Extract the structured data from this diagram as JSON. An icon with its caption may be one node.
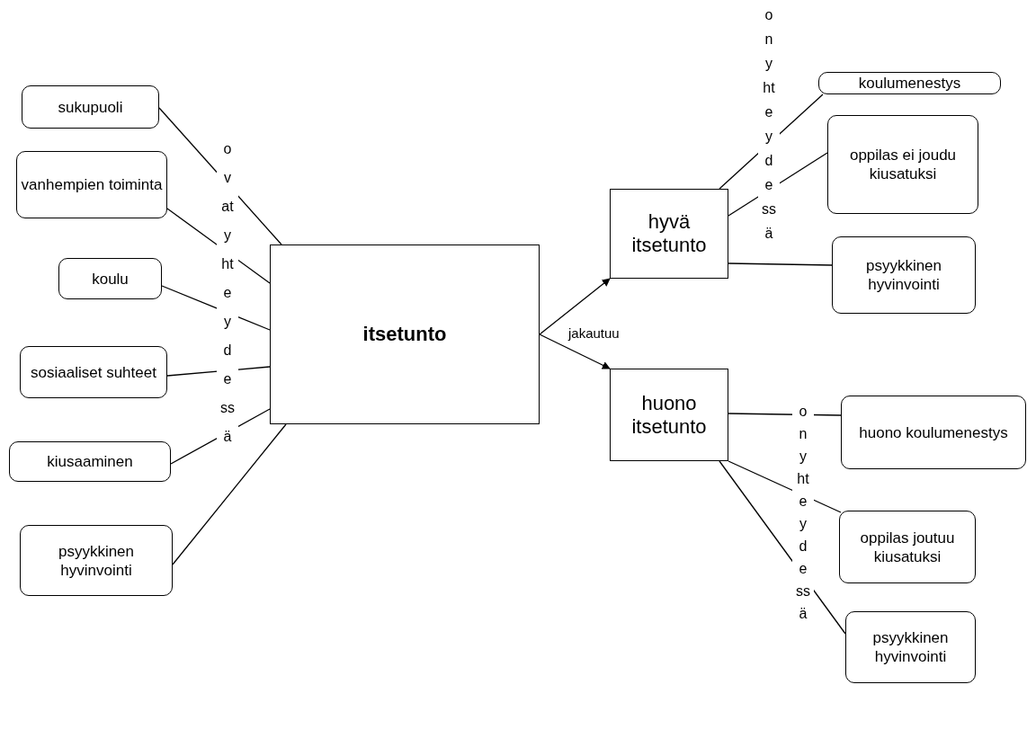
{
  "diagram": {
    "nodes": [
      {
        "text": [
          "itsetunto"
        ]
      },
      {
        "text": [
          "sukupuoli"
        ]
      },
      {
        "text": [
          "vanhempien toiminta"
        ]
      },
      {
        "text": [
          "koulu"
        ]
      },
      {
        "text": [
          "sosiaaliset suhteet"
        ]
      },
      {
        "text": [
          "kiusaaminen"
        ]
      },
      {
        "text": [
          "psyykkinen hyvinvointi"
        ]
      },
      {
        "text": [
          "hyvä itsetunto"
        ]
      },
      {
        "text": [
          "huono itsetunto"
        ]
      },
      {
        "text": [
          "koulumenestys"
        ]
      },
      {
        "text": [
          "oppilas ei joudu kiusatuksi"
        ]
      },
      {
        "text": [
          "psyykkinen hyvinvointi"
        ]
      },
      {
        "text": [
          "huono koulumenestys"
        ]
      },
      {
        "text": [
          "oppilas joutuu kiusatuksi"
        ]
      },
      {
        "text": [
          "psyykkinen hyvinvointi"
        ]
      }
    ],
    "edges": [
      {
        "from": 1,
        "to": 0,
        "arrow": "none"
      },
      {
        "from": 2,
        "to": 0,
        "arrow": "none"
      },
      {
        "from": 3,
        "to": 0,
        "arrow": "none"
      },
      {
        "from": 4,
        "to": 0,
        "arrow": "none"
      },
      {
        "from": 5,
        "to": 0,
        "arrow": "none"
      },
      {
        "from": 6,
        "to": 0,
        "arrow": "none"
      },
      {
        "from": 0,
        "to": 7,
        "arrow": "to"
      },
      {
        "from": 0,
        "to": 8,
        "arrow": "to",
        "label": "jakautuu"
      },
      {
        "from": 7,
        "to": 9,
        "arrow": "none"
      },
      {
        "from": 7,
        "to": 10,
        "arrow": "none"
      },
      {
        "from": 7,
        "to": 11,
        "arrow": "none"
      },
      {
        "from": 8,
        "to": 12,
        "arrow": "none"
      },
      {
        "from": 8,
        "to": 13,
        "arrow": "none"
      },
      {
        "from": 8,
        "to": 14,
        "arrow": "none"
      }
    ],
    "labels": [
      "ovat yhteydessä",
      "on yhteydessä",
      "on yhteydessä"
    ]
  }
}
